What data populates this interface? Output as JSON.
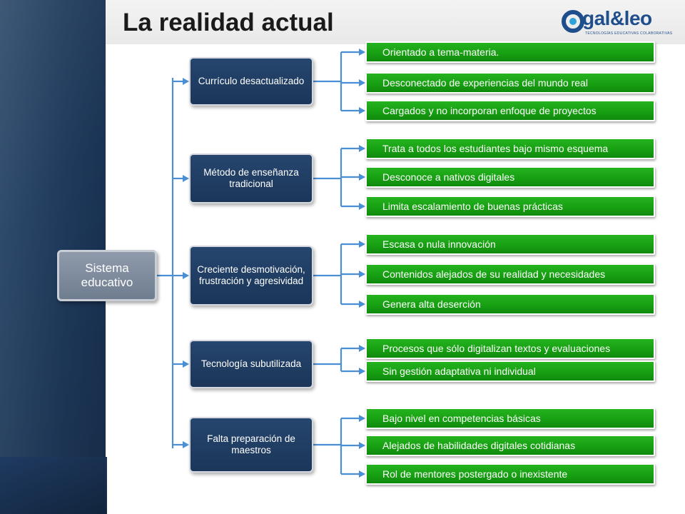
{
  "title": "La realidad actual",
  "logo": {
    "text": "gal&leo",
    "tagline": "TECNOLOGÍAS EDUCATIVAS COLABORATIVAS"
  },
  "colors": {
    "dark_blue": "#1f3a5c",
    "green": "#18a013",
    "connector": "#4a8fd4",
    "root_gray": "#7b889a"
  },
  "root": {
    "label_line1": "Sistema",
    "label_line2": "educativo"
  },
  "branches": [
    {
      "label": "Currículo desactualizado",
      "leaves": [
        "Orientado a tema-materia.",
        "Desconectado de experiencias del mundo real",
        "Cargados y no incorporan enfoque de proyectos"
      ]
    },
    {
      "label": "Método de enseñanza tradicional",
      "leaves": [
        "Trata a todos los estudiantes bajo mismo esquema",
        "Desconoce a nativos digitales",
        "Limita escalamiento de buenas prácticas"
      ]
    },
    {
      "label": "Creciente desmotivación, frustración y agresividad",
      "leaves": [
        "Escasa o nula innovación",
        "Contenidos alejados de su realidad y necesidades",
        "Genera alta deserción"
      ]
    },
    {
      "label": "Tecnología subutilizada",
      "leaves": [
        "Procesos que sólo digitalizan textos y evaluaciones",
        "Sin gestión adaptativa ni individual"
      ]
    },
    {
      "label": "Falta preparación de maestros",
      "leaves": [
        "Bajo nivel en competencias básicas",
        "Alejados de habilidades digitales cotidianas",
        "Rol de mentores postergado o inexistente"
      ]
    }
  ]
}
